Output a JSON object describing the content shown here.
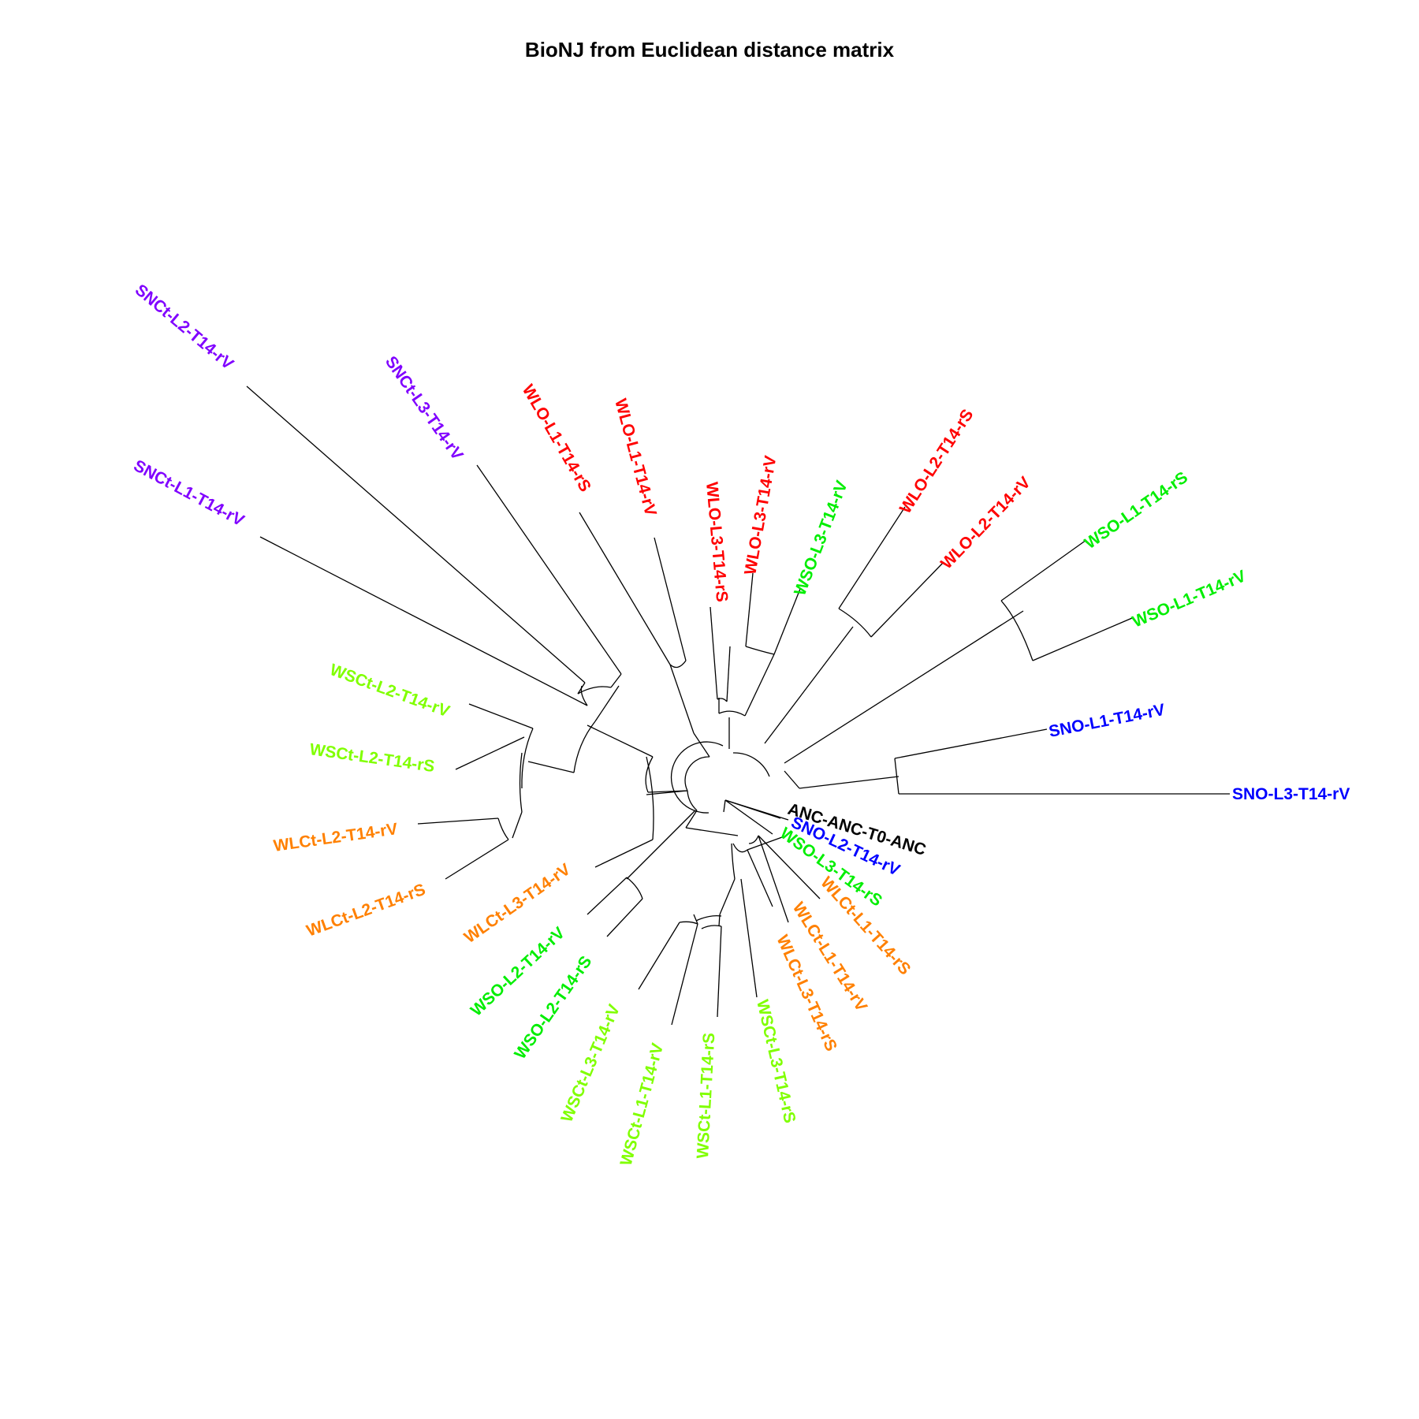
{
  "title": "BioNJ from Euclidean distance matrix",
  "tree_type": "unrooted radial phylogeny (fan layout)",
  "group_colors": {
    "purple": "#8000ff",
    "red": "#ff0000",
    "green": "#00ee00",
    "light_green": "#80ff00",
    "blue": "#0000ff",
    "orange": "#ff8000",
    "black": "#000000"
  },
  "tips": [
    {
      "label": "SNO-L3-T14-rV",
      "color": "#0000ff"
    },
    {
      "label": "SNO-L1-T14-rV",
      "color": "#0000ff"
    },
    {
      "label": "WSO-L1-T14-rV",
      "color": "#00ee00"
    },
    {
      "label": "WSO-L1-T14-rS",
      "color": "#00ee00"
    },
    {
      "label": "WLO-L2-T14-rV",
      "color": "#ff0000"
    },
    {
      "label": "WLO-L2-T14-rS",
      "color": "#ff0000"
    },
    {
      "label": "WSO-L3-T14-rV",
      "color": "#00ee00"
    },
    {
      "label": "WLO-L3-T14-rV",
      "color": "#ff0000"
    },
    {
      "label": "WLO-L3-T14-rS",
      "color": "#ff0000"
    },
    {
      "label": "WLO-L1-T14-rV",
      "color": "#ff0000"
    },
    {
      "label": "WLO-L1-T14-rS",
      "color": "#ff0000"
    },
    {
      "label": "SNCt-L3-T14-rV",
      "color": "#8000ff"
    },
    {
      "label": "SNCt-L2-T14-rV",
      "color": "#8000ff"
    },
    {
      "label": "SNCt-L1-T14-rV",
      "color": "#8000ff"
    },
    {
      "label": "WSCt-L2-T14-rV",
      "color": "#80ff00"
    },
    {
      "label": "WSCt-L2-T14-rS",
      "color": "#80ff00"
    },
    {
      "label": "WLCt-L2-T14-rV",
      "color": "#ff8000"
    },
    {
      "label": "WLCt-L2-T14-rS",
      "color": "#ff8000"
    },
    {
      "label": "WLCt-L3-T14-rV",
      "color": "#ff8000"
    },
    {
      "label": "WSO-L2-T14-rV",
      "color": "#00ee00"
    },
    {
      "label": "WSO-L2-T14-rS",
      "color": "#00ee00"
    },
    {
      "label": "WSCt-L3-T14-rV",
      "color": "#80ff00"
    },
    {
      "label": "WSCt-L1-T14-rV",
      "color": "#80ff00"
    },
    {
      "label": "WSCt-L1-T14-rS",
      "color": "#80ff00"
    },
    {
      "label": "WSCt-L3-T14-rS",
      "color": "#80ff00"
    },
    {
      "label": "WLCt-L3-T14-rS",
      "color": "#ff8000"
    },
    {
      "label": "WLCt-L1-T14-rV",
      "color": "#ff8000"
    },
    {
      "label": "WLCt-L1-T14-rS",
      "color": "#ff8000"
    },
    {
      "label": "WSO-L3-T14-rS",
      "color": "#00ee00"
    },
    {
      "label": "SNO-L2-T14-rV",
      "color": "#0000ff"
    },
    {
      "label": "ANC-ANC-T0-ANC",
      "color": "#000000"
    }
  ]
}
